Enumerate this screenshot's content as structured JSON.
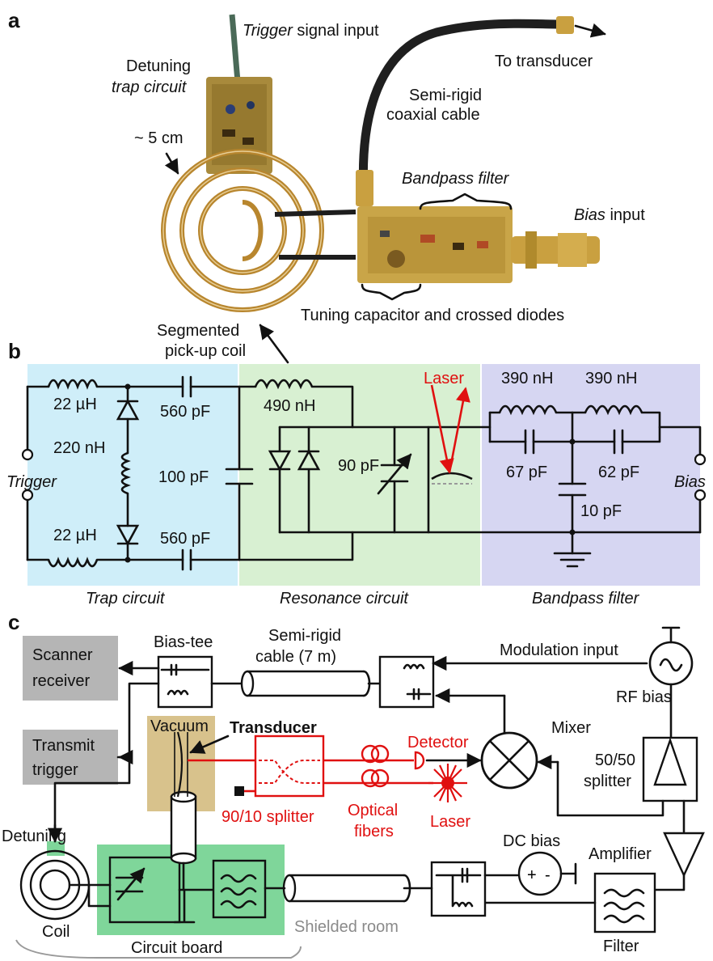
{
  "panels": {
    "a": "a",
    "b": "b",
    "c": "c"
  },
  "photo": {
    "trigger_input_em": "Trigger",
    "trigger_input_rest": " signal input",
    "to_transducer": "To transducer",
    "detuning": "Detuning",
    "trap_circuit": "trap circuit",
    "semi_rigid_1": "Semi-rigid",
    "semi_rigid_2": "coaxial cable",
    "size": "~ 5 cm",
    "bandpass_filter": "Bandpass filter",
    "bias_input_em": "Bias",
    "bias_input_rest": " input",
    "tuning": "Tuning capacitor and crossed diodes",
    "segmented_1": "Segmented",
    "segmented_2": "pick-up coil"
  },
  "circuit": {
    "trap_label": "Trap circuit",
    "resonance_label": "Resonance circuit",
    "bandpass_label": "Bandpass filter",
    "trigger": "Trigger",
    "bias": "Bias",
    "laser": "Laser",
    "l_22_top": "22 µH",
    "l_22_bottom": "22 µH",
    "l_220": "220 nH",
    "c_560_top": "560 pF",
    "c_560_bottom": "560 pF",
    "c_100": "100 pF",
    "l_490": "490 nH",
    "c_90": "90 pF",
    "l_390_a": "390 nH",
    "l_390_b": "390 nH",
    "c_67": "67 pF",
    "c_62": "62 pF",
    "c_10": "10 pF",
    "colors": {
      "trap": "#cfeef9",
      "resonance": "#d8f0d2",
      "bandpass": "#d6d6f2",
      "laser": "#e01010"
    }
  },
  "setup": {
    "scanner_receiver_1": "Scanner",
    "scanner_receiver_2": "receiver",
    "transmit_trigger_1": "Transmit",
    "transmit_trigger_2": "trigger",
    "bias_tee": "Bias-tee",
    "semi_rigid_1": "Semi-rigid",
    "semi_rigid_2": "cable (7 m)",
    "modulation_input": "Modulation input",
    "rf_bias": "RF bias",
    "mixer": "Mixer",
    "splitter_5050_1": "50/50",
    "splitter_5050_2": "splitter",
    "vacuum": "Vacuum",
    "transducer": "Transducer",
    "detector": "Detector",
    "laser": "Laser",
    "splitter_9010": "90/10 splitter",
    "optical_fibers_1": "Optical",
    "optical_fibers_2": "fibers",
    "detuning": "Detuning",
    "coil": "Coil",
    "circuit_board": "Circuit board",
    "shielded_room": "Shielded room",
    "dc_bias": "DC bias",
    "amplifier": "Amplifier",
    "filter": "Filter",
    "colors": {
      "box_gray": "#b5b5b5",
      "vacuum": "#d8c28c",
      "board": "#7fd69a"
    }
  }
}
